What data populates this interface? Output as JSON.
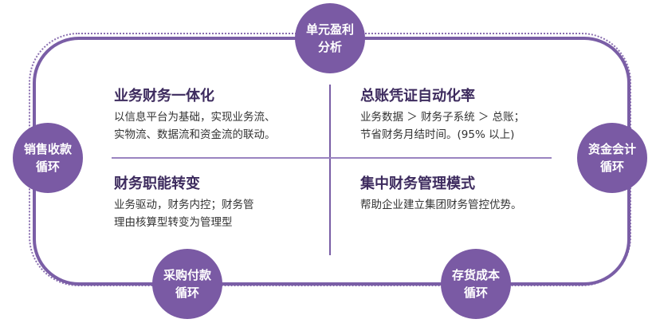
{
  "nodes": {
    "top": [
      "单元盈利",
      "分析"
    ],
    "left": [
      "销售收款",
      "循环"
    ],
    "right": [
      "资金会计",
      "循环"
    ],
    "bottom_left": [
      "采购付款",
      "循环"
    ],
    "bottom_right": [
      "存货成本",
      "循环"
    ]
  },
  "quadrants": [
    {
      "title": "业务财务一体化",
      "lines": [
        "以信息平台为基础，实现业务流、",
        "实物流、数据流和资金流的联动。"
      ]
    },
    {
      "title": "总账凭证自动化率",
      "lines": [
        "业务数据 ＞ 财务子系统 ＞ 总账；",
        "节省财务月结时间。(95% 以上)"
      ]
    },
    {
      "title": "财务职能转变",
      "lines": [
        "业务驱动，财务内控；财务管",
        "理由核算型转变为管理型"
      ]
    },
    {
      "title": "集中财务管理模式",
      "lines": [
        "帮助企业建立集团财务管控优势。"
      ]
    }
  ],
  "colors": {
    "accent": "#7a5aa4",
    "title": "#3d2b5e"
  }
}
